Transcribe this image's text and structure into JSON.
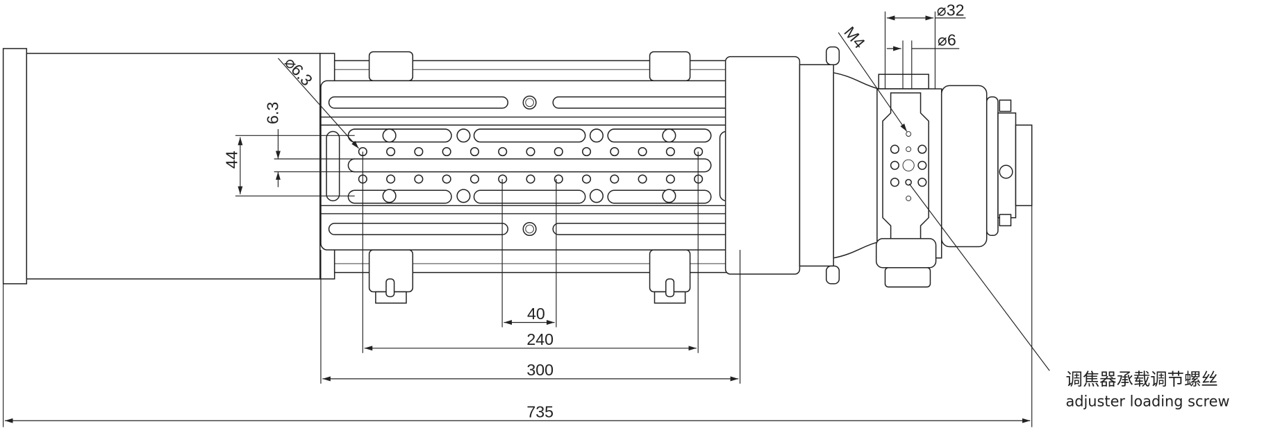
{
  "dimensions": {
    "overall_length": "735",
    "plate_length": "300",
    "hole_span": "240",
    "hole_pitch": "40",
    "slot_width": "44",
    "slot_inner": "6.3",
    "hole_diameter": "⌀6.3",
    "thread": "M4",
    "focuser_diameter": "⌀32",
    "pin_diameter": "⌀6"
  },
  "callout": {
    "label_cn": "调焦器承载调节螺丝",
    "label_en": "adjuster loading screw"
  }
}
